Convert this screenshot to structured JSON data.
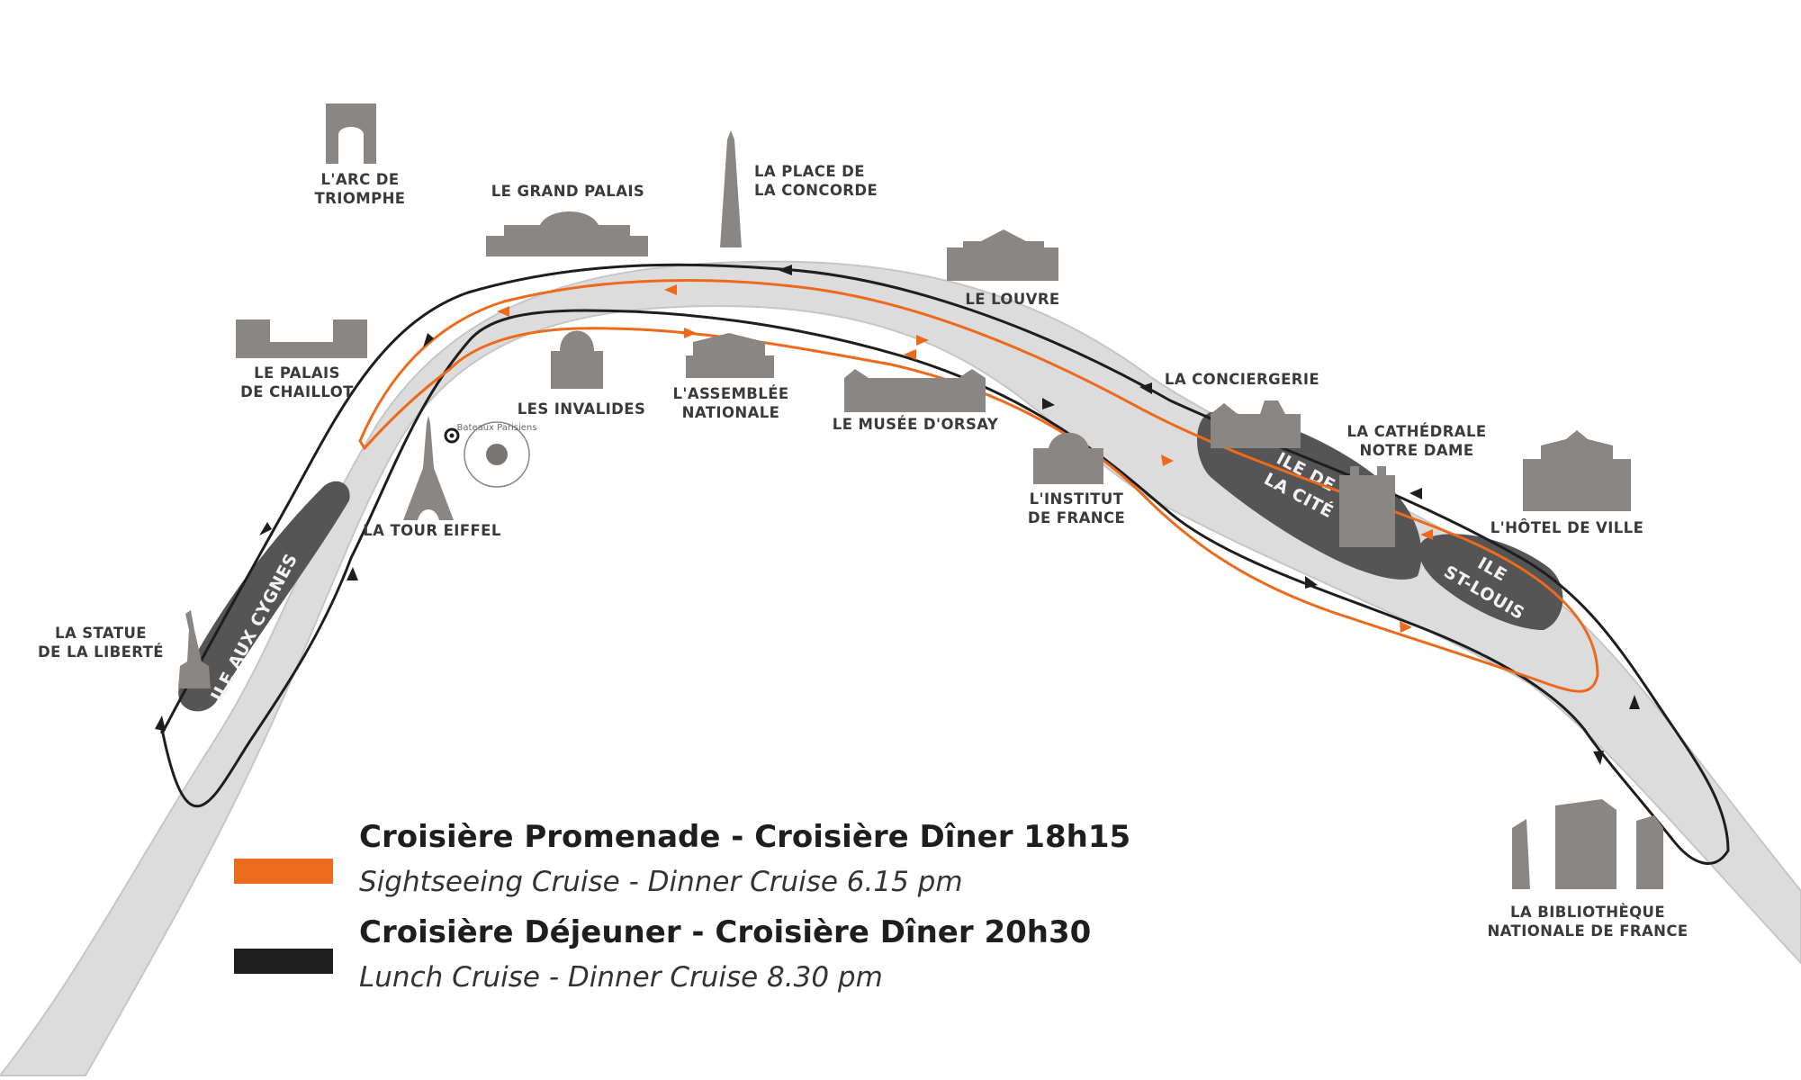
{
  "colors": {
    "river": "#dcdcdc",
    "river_edge": "#c6c6c6",
    "island": "#555555",
    "monument": "#8a8683",
    "orange_route": "#ec6a1c",
    "black_route": "#1e1e1e"
  },
  "landmarks": [
    {
      "id": "arc",
      "icon": "arc-de-triomphe-icon",
      "lines": [
        "L'ARC DE",
        "TRIOMPHE"
      ]
    },
    {
      "id": "grand-palais",
      "icon": "grand-palais-icon",
      "lines": [
        "LE GRAND PALAIS"
      ]
    },
    {
      "id": "concorde",
      "icon": "obelisk-icon",
      "lines": [
        "LA PLACE DE",
        "LA CONCORDE"
      ]
    },
    {
      "id": "louvre",
      "icon": "louvre-pyramid-icon",
      "lines": [
        "LE LOUVRE"
      ]
    },
    {
      "id": "chaillot",
      "icon": "palais-de-chaillot-icon",
      "lines": [
        "LE PALAIS",
        "DE CHAILLOT"
      ]
    },
    {
      "id": "invalides",
      "icon": "invalides-dome-icon",
      "lines": [
        "LES INVALIDES"
      ]
    },
    {
      "id": "assemblee",
      "icon": "assemblee-nationale-icon",
      "lines": [
        "L'ASSEMBLÉE",
        "NATIONALE"
      ]
    },
    {
      "id": "orsay",
      "icon": "musee-orsay-icon",
      "lines": [
        "LE MUSÉE D'ORSAY"
      ]
    },
    {
      "id": "conciergerie",
      "icon": "conciergerie-icon",
      "lines": [
        "LA CONCIERGERIE"
      ]
    },
    {
      "id": "notre-dame",
      "icon": "notre-dame-icon",
      "lines": [
        "LA CATHÉDRALE",
        "NOTRE DAME"
      ]
    },
    {
      "id": "institut",
      "icon": "institut-de-france-icon",
      "lines": [
        "L'INSTITUT",
        "DE FRANCE"
      ]
    },
    {
      "id": "hotel-de-ville",
      "icon": "hotel-de-ville-icon",
      "lines": [
        "L'HÔTEL DE VILLE"
      ]
    },
    {
      "id": "tour-eiffel",
      "icon": "eiffel-tower-icon",
      "lines": [
        "LA TOUR EIFFEL"
      ]
    },
    {
      "id": "statue",
      "icon": "statue-of-liberty-icon",
      "lines": [
        "LA STATUE",
        "DE LA LIBERTÉ"
      ]
    },
    {
      "id": "bibliotheque",
      "icon": "bibliotheque-nationale-icon",
      "lines": [
        "LA BIBLIOTHÈQUE",
        "NATIONALE DE FRANCE"
      ]
    }
  ],
  "islands": {
    "cygnes": "ILE AUX CYGNES",
    "cite": [
      "ILE DE",
      "LA CITÉ"
    ],
    "st_louis": [
      "ILE",
      "ST-LOUIS"
    ]
  },
  "logo": {
    "text": "Bateaux Parisiens"
  },
  "legend": [
    {
      "color": "#ec6a1c",
      "title": "Croisière Promenade - Croisière Dîner 18h15",
      "subtitle": "Sightseeing Cruise - Dinner Cruise 6.15 pm"
    },
    {
      "color": "#1e1e1e",
      "title": "Croisière Déjeuner - Croisière Dîner 20h30",
      "subtitle": "Lunch Cruise - Dinner Cruise 8.30 pm"
    }
  ]
}
